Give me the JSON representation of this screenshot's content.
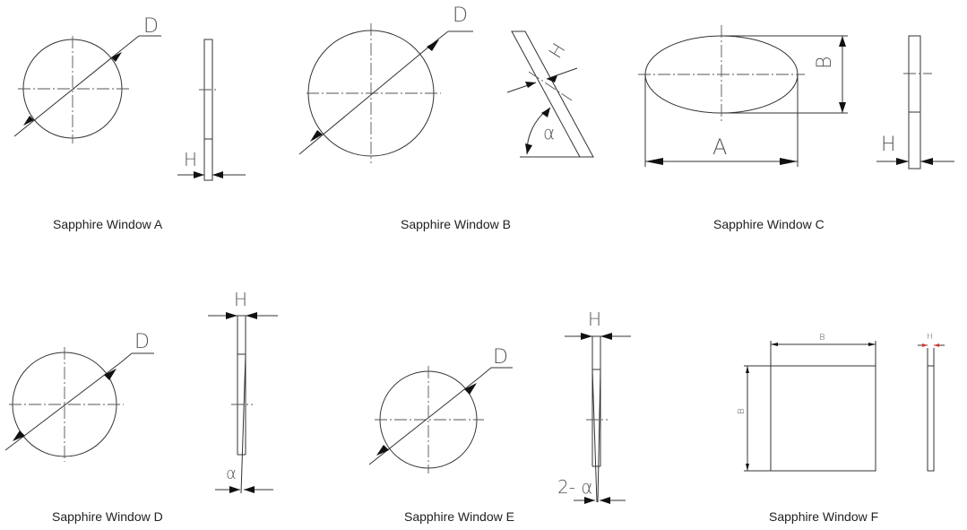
{
  "windows": [
    {
      "caption": "Sapphire Window A",
      "labels": {
        "diameter": "D",
        "thickness": "H"
      }
    },
    {
      "caption": "Sapphire Window B",
      "labels": {
        "diameter": "D",
        "thickness": "H",
        "angle": "α"
      }
    },
    {
      "caption": "Sapphire Window C",
      "labels": {
        "length": "A",
        "width": "B",
        "thickness": "H"
      }
    },
    {
      "caption": "Sapphire Window D",
      "labels": {
        "diameter": "D",
        "thickness": "H",
        "angle": "α"
      }
    },
    {
      "caption": "Sapphire Window E",
      "labels": {
        "diameter": "D",
        "thickness": "H",
        "angle": "2- α"
      }
    },
    {
      "caption": "Sapphire Window F",
      "labels": {
        "length": "B",
        "width": "B",
        "thickness": "H"
      }
    }
  ],
  "colors": {
    "line": "#333333",
    "accent_arrow": "#d9342b"
  }
}
